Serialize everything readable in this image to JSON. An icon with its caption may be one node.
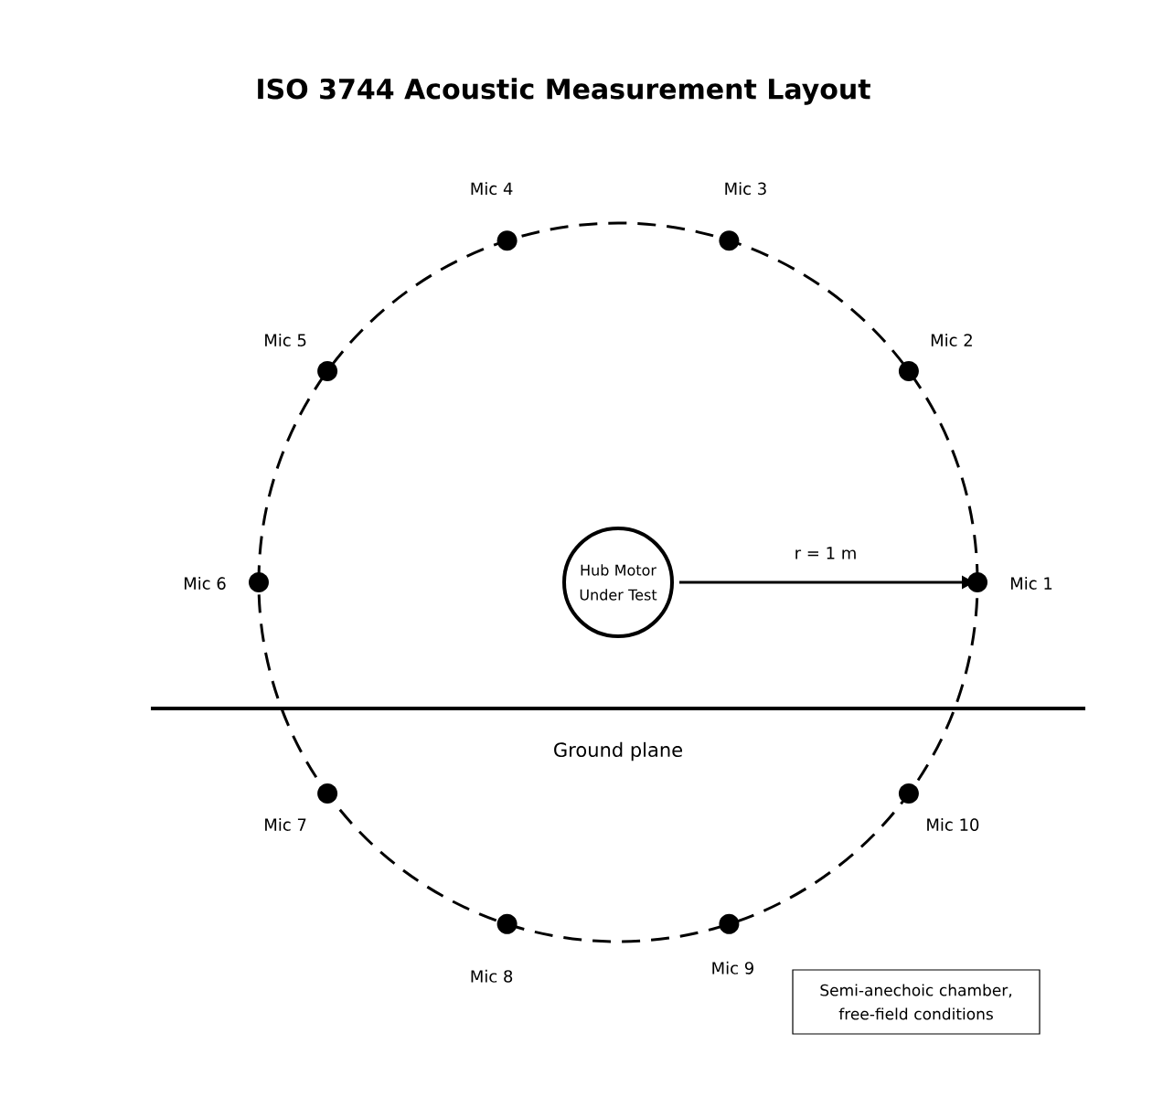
{
  "diagram": {
    "title": "ISO 3744 Acoustic Measurement Layout",
    "nodes": [
      {
        "text": [
          "Hub Motor Under Test"
        ]
      },
      {
        "text": [],
        "shape": "circle",
        "beside": [
          "Mic 1"
        ]
      },
      {
        "text": [],
        "shape": "circle",
        "beside": [
          "Mic 2"
        ]
      },
      {
        "text": [],
        "shape": "circle",
        "beside": [
          "Mic 3"
        ]
      },
      {
        "text": [],
        "shape": "circle",
        "beside": [
          "Mic 4"
        ]
      },
      {
        "text": [],
        "shape": "circle",
        "beside": [
          "Mic 5"
        ]
      },
      {
        "text": [],
        "shape": "circle",
        "beside": [
          "Mic 6"
        ]
      },
      {
        "text": [],
        "shape": "circle",
        "beside": [
          "Mic 7"
        ]
      },
      {
        "text": [],
        "shape": "circle",
        "beside": [
          "Mic 8"
        ]
      },
      {
        "text": [],
        "shape": "circle",
        "beside": [
          "Mic 9"
        ]
      },
      {
        "text": [],
        "shape": "circle",
        "beside": [
          "Mic 10"
        ]
      },
      {
        "text": [
          "Semi-anechoic chamber, free-field conditions"
        ]
      }
    ],
    "edges": [
      {
        "from": 0,
        "to": 1,
        "arrow": "to",
        "label": "r = 1 m"
      }
    ],
    "labels": [
      "Ground plane"
    ]
  }
}
